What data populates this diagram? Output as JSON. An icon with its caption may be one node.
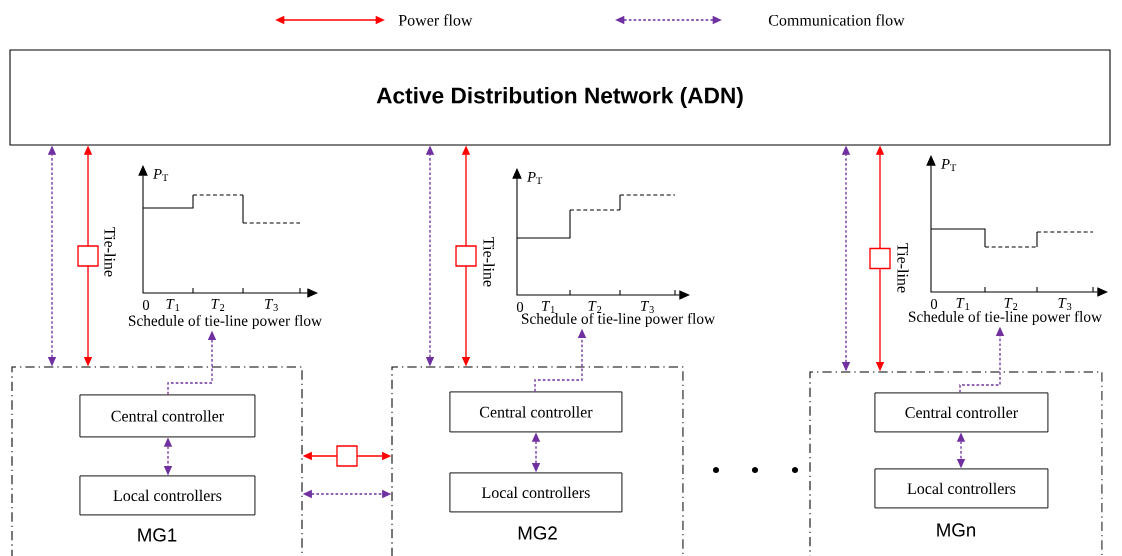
{
  "diagram": {
    "nodes": [
      {
        "text": [
          "Active Distribution Network (ADN)"
        ]
      },
      {
        "text": [
          "MG1"
        ]
      },
      {
        "text": [
          "Central controller"
        ],
        "in": 1
      },
      {
        "text": [
          "Local controllers"
        ],
        "in": 1
      },
      {
        "text": [
          "MG2"
        ]
      },
      {
        "text": [
          "Central controller"
        ],
        "in": 4
      },
      {
        "text": [
          "Local controllers"
        ],
        "in": 4
      },
      {
        "text": [
          "MGn"
        ]
      },
      {
        "text": [
          "Central controller"
        ],
        "in": 7
      },
      {
        "text": [
          "Local controllers"
        ],
        "in": 7
      },
      {
        "text": [
          "Schedule of tie-line power flow"
        ]
      },
      {
        "text": [
          "Schedule of tie-line power flow"
        ]
      },
      {
        "text": [
          "Schedule of tie-line power flow"
        ]
      }
    ],
    "edges": [
      {
        "from": 1,
        "to": 0,
        "arrow": "both",
        "style": "dashed",
        "color": "#7030a0"
      },
      {
        "from": 1,
        "to": 0,
        "arrow": "both",
        "label": "Tie-line",
        "color": "#ff0000"
      },
      {
        "from": 2,
        "to": 10,
        "arrow": "to",
        "style": "dashed",
        "color": "#7030a0"
      },
      {
        "from": 2,
        "to": 3,
        "arrow": "both",
        "style": "dashed",
        "color": "#7030a0"
      },
      {
        "from": 1,
        "to": 4,
        "arrow": "both",
        "color": "#ff0000"
      },
      {
        "from": 1,
        "to": 4,
        "arrow": "both",
        "style": "dashed",
        "color": "#7030a0"
      },
      {
        "from": 4,
        "to": 0,
        "arrow": "both",
        "style": "dashed",
        "color": "#7030a0"
      },
      {
        "from": 4,
        "to": 0,
        "arrow": "both",
        "label": "Tie-line",
        "color": "#ff0000"
      },
      {
        "from": 5,
        "to": 11,
        "arrow": "to",
        "style": "dashed",
        "color": "#7030a0"
      },
      {
        "from": 5,
        "to": 6,
        "arrow": "both",
        "style": "dashed",
        "color": "#7030a0"
      },
      {
        "from": 7,
        "to": 0,
        "arrow": "both",
        "style": "dashed",
        "color": "#7030a0"
      },
      {
        "from": 7,
        "to": 0,
        "arrow": "both",
        "label": "Tie-line",
        "color": "#ff0000"
      },
      {
        "from": 8,
        "to": 12,
        "arrow": "to",
        "style": "dashed",
        "color": "#7030a0"
      },
      {
        "from": 8,
        "to": 9,
        "arrow": "both",
        "style": "dashed",
        "color": "#7030a0"
      }
    ],
    "labels": [
      "*P*$_{T}$",
      "0",
      "*T*$_{1}$",
      "*T*$_{2}$",
      "*T*$_{3}$",
      "*P*$_{T}$",
      "0",
      "*T*$_{1}$",
      "*T*$_{2}$",
      "*T*$_{3}$",
      "*P*$_{T}$",
      "0",
      "*T*$_{1}$",
      "*T*$_{2}$",
      "*T*$_{3}$"
    ],
    "legend": [
      {
        "text": "Power flow"
      },
      {
        "text": "Communication flow"
      }
    ]
  }
}
